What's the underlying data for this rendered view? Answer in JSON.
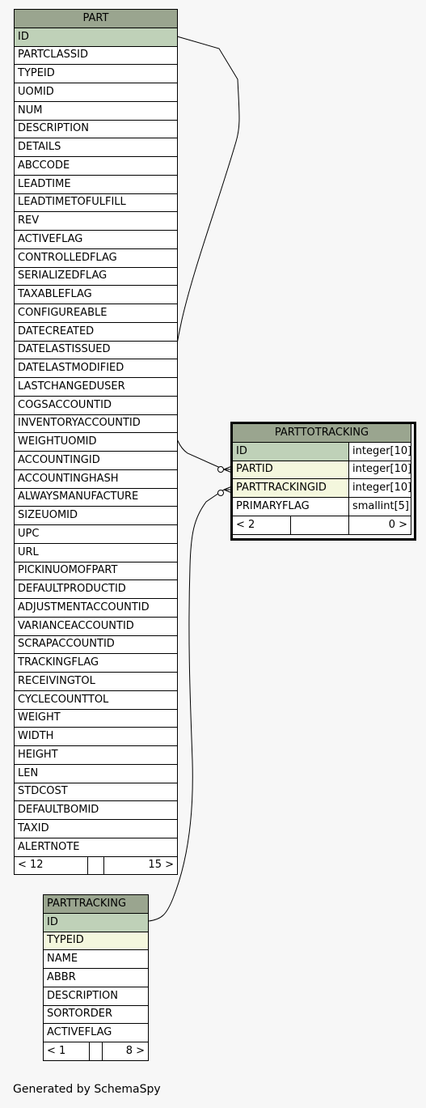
{
  "tables": {
    "part": {
      "name": "PART",
      "columns": [
        "ID",
        "PARTCLASSID",
        "TYPEID",
        "UOMID",
        "NUM",
        "DESCRIPTION",
        "DETAILS",
        "ABCCODE",
        "LEADTIME",
        "LEADTIMETOFULFILL",
        "REV",
        "ACTIVEFLAG",
        "CONTROLLEDFLAG",
        "SERIALIZEDFLAG",
        "TAXABLEFLAG",
        "CONFIGUREABLE",
        "DATECREATED",
        "DATELASTISSUED",
        "DATELASTMODIFIED",
        "LASTCHANGEDUSER",
        "COGSACCOUNTID",
        "INVENTORYACCOUNTID",
        "WEIGHTUOMID",
        "ACCOUNTINGID",
        "ACCOUNTINGHASH",
        "ALWAYSMANUFACTURE",
        "SIZEUOMID",
        "UPC",
        "URL",
        "PICKINUOMOFPART",
        "DEFAULTPRODUCTID",
        "ADJUSTMENTACCOUNTID",
        "VARIANCEACCOUNTID",
        "SCRAPACCOUNTID",
        "TRACKINGFLAG",
        "RECEIVINGTOL",
        "CYCLECOUNTTOL",
        "WEIGHT",
        "WIDTH",
        "HEIGHT",
        "LEN",
        "STDCOST",
        "DEFAULTBOMID",
        "TAXID",
        "ALERTNOTE"
      ],
      "parents": "< 12",
      "children": "15 >"
    },
    "parttotracking": {
      "name": "PARTTOTRACKING",
      "columns": [
        {
          "name": "ID",
          "type": "integer[10]"
        },
        {
          "name": "PARTID",
          "type": "integer[10]"
        },
        {
          "name": "PARTTRACKINGID",
          "type": "integer[10]"
        },
        {
          "name": "PRIMARYFLAG",
          "type": "smallint[5]"
        }
      ],
      "parents": "< 2",
      "children": "0 >"
    },
    "parttracking": {
      "name": "PARTTRACKING",
      "columns": [
        "ID",
        "TYPEID",
        "NAME",
        "ABBR",
        "DESCRIPTION",
        "SORTORDER",
        "ACTIVEFLAG"
      ],
      "parents": "< 1",
      "children": "8 >"
    }
  },
  "footer": "Generated by SchemaSpy"
}
